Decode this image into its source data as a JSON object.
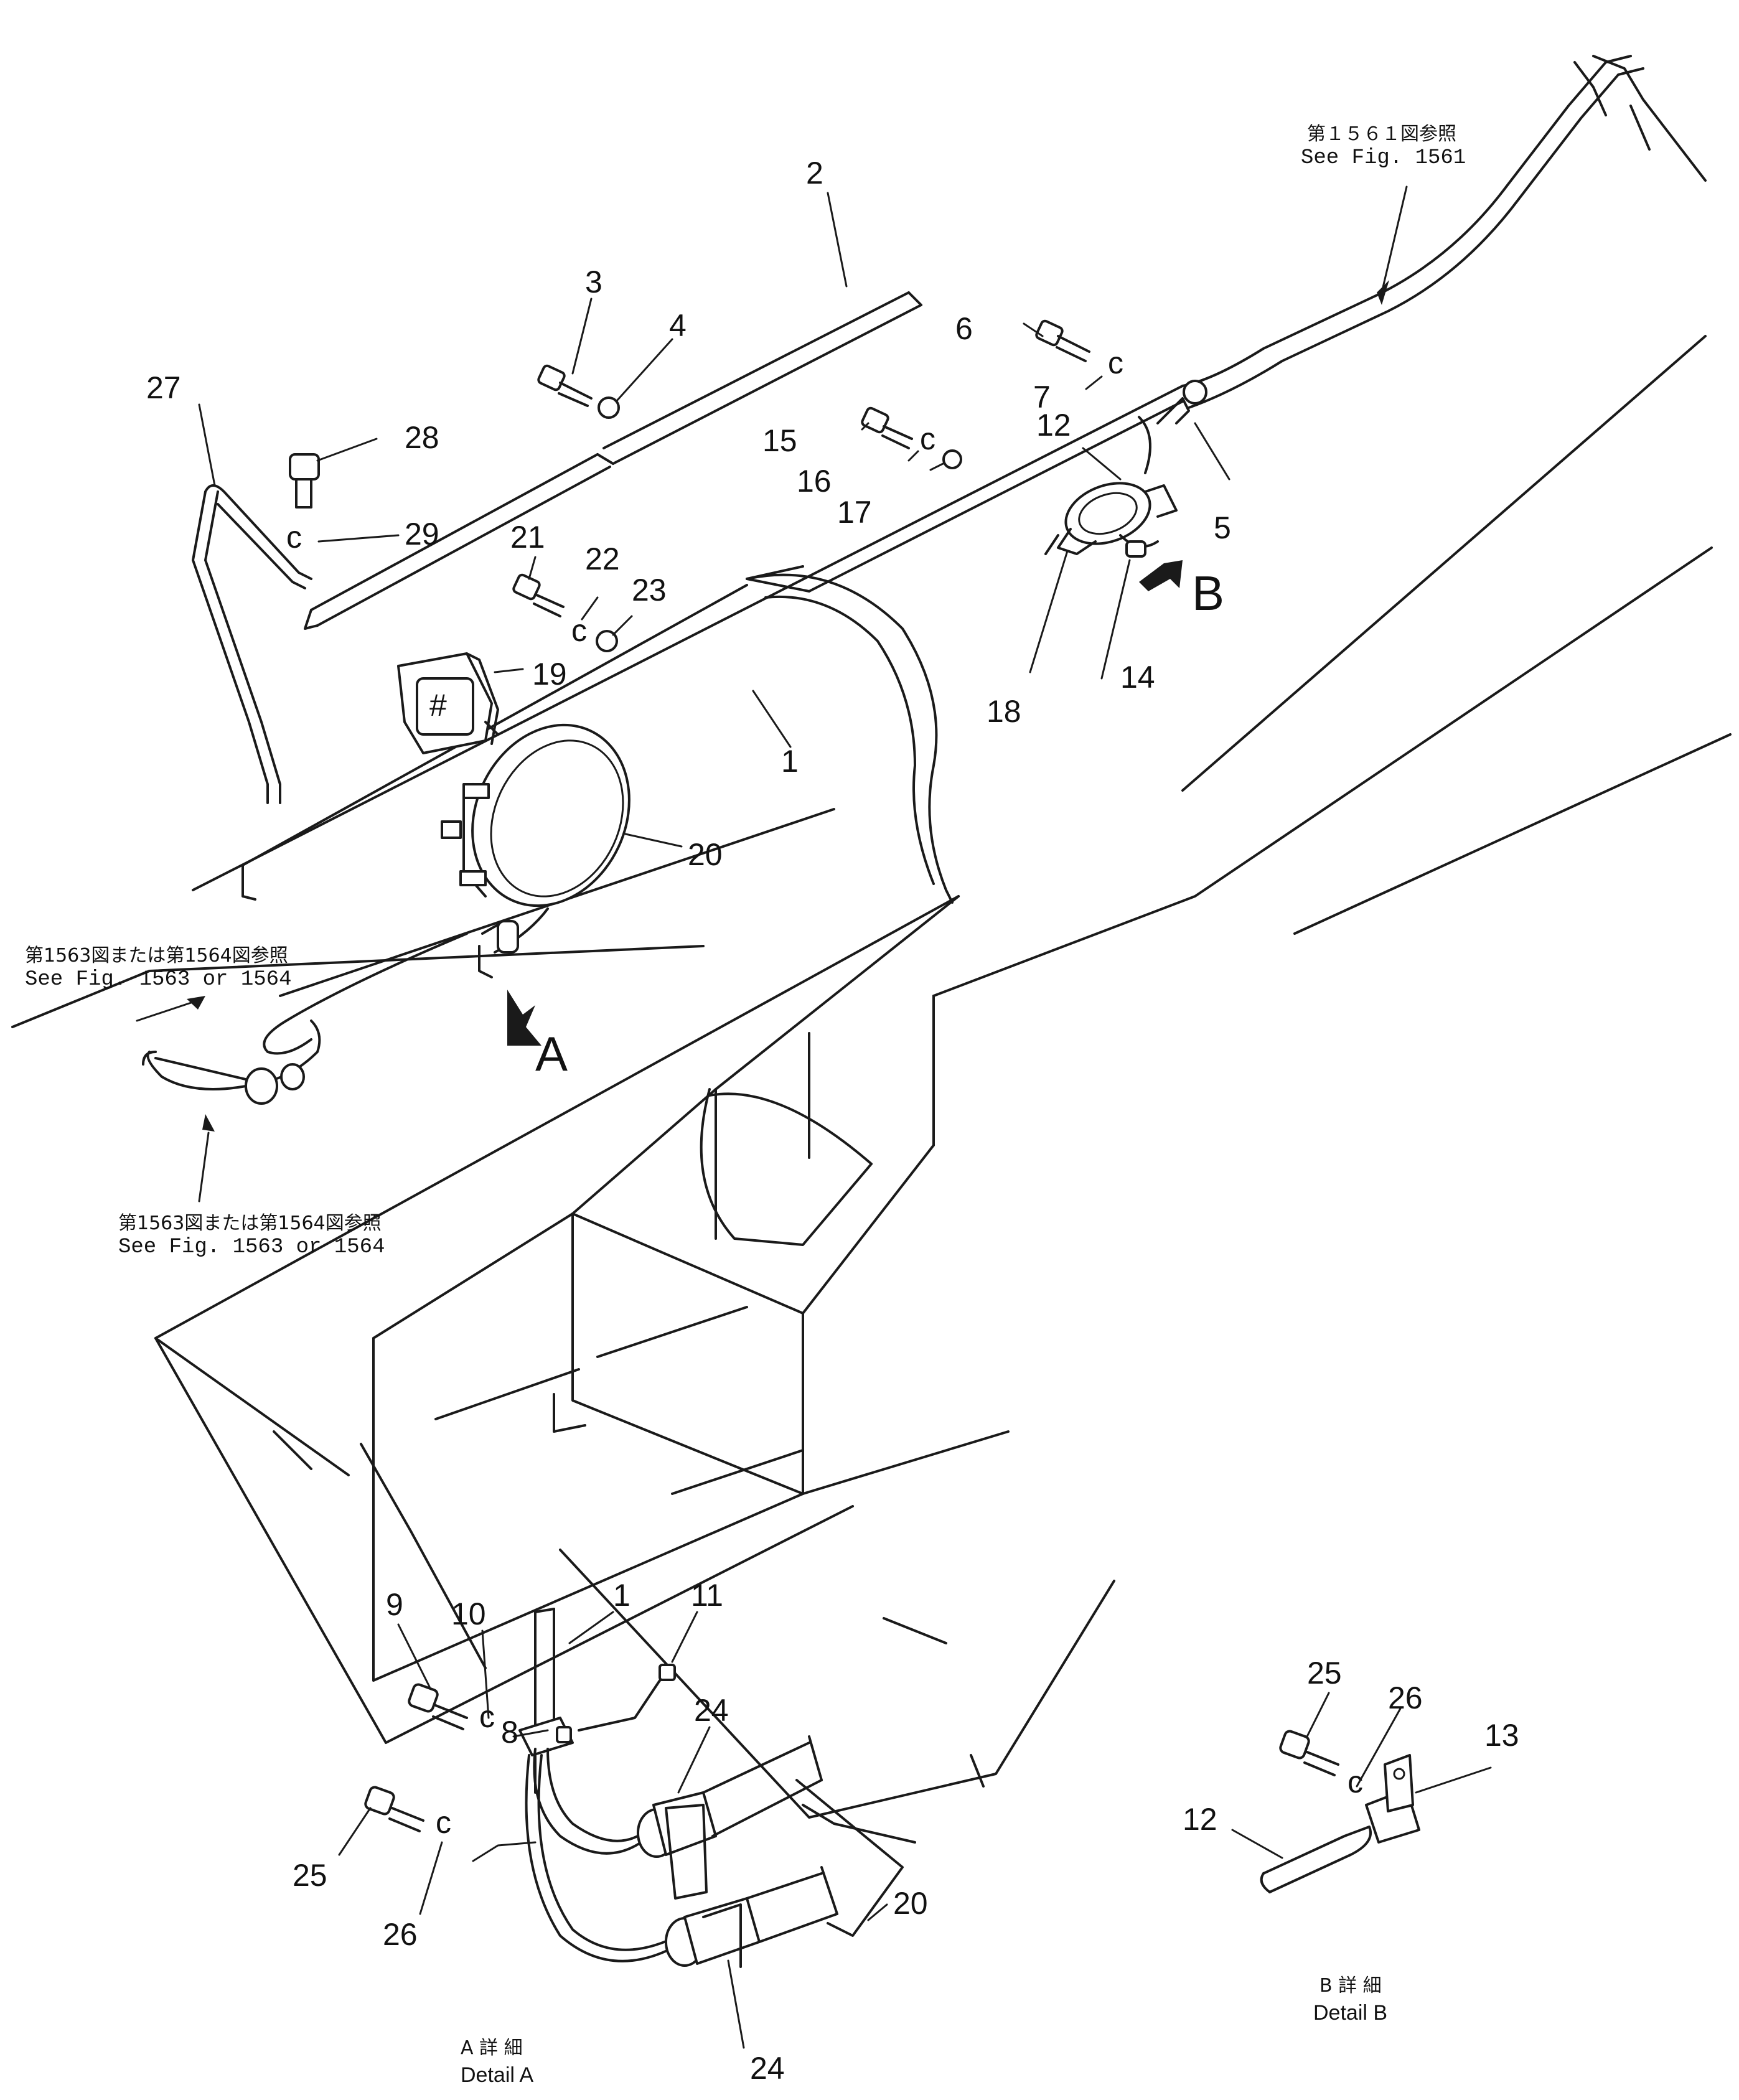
{
  "part_numbers": {
    "p1": "1",
    "p2": "2",
    "p3": "3",
    "p4": "4",
    "p5": "5",
    "p6": "6",
    "p7": "7",
    "p12": "12",
    "p14": "14",
    "p15": "15",
    "p16": "16",
    "p17": "17",
    "p18": "18",
    "p19": "19",
    "p20": "20",
    "p21": "21",
    "p22": "22",
    "p23": "23",
    "p27": "27",
    "p28": "28",
    "p29": "29"
  },
  "detail_a_numbers": {
    "p9": "9",
    "p10": "10",
    "p1": "1",
    "p11": "11",
    "p24a": "24",
    "p8": "8",
    "p25": "25",
    "p26": "26",
    "p20": "20",
    "p24b": "24"
  },
  "detail_b_numbers": {
    "p25": "25",
    "p26": "26",
    "p13": "13",
    "p12": "12"
  },
  "view_markers": {
    "a": "A",
    "b": "B"
  },
  "references": {
    "fig1561_jp": "第１５６１図参照",
    "fig1561_en": "See Fig. 1561",
    "fig1563_upper_jp": "第1563図または第1564図参照",
    "fig1563_upper_en": "See  Fig. 1563  or  1564",
    "fig1563_lower_jp": "第1563図または第1564図参照",
    "fig1563_lower_en": "See  Fig. 1563  or  1564"
  },
  "detail_labels": {
    "a_jp": "A 詳 細",
    "a_en": "Detail A",
    "b_jp": "B 詳 細",
    "b_en": "Detail B"
  },
  "icons": {
    "lamp_glyph": "#"
  }
}
